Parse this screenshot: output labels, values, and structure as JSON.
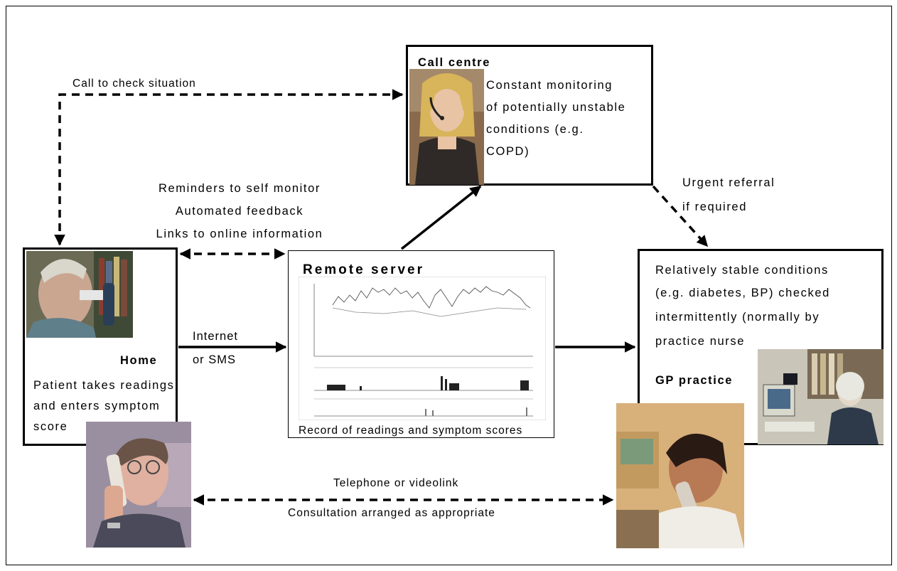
{
  "call_centre": {
    "title": "Call centre",
    "desc_lines": [
      "Constant monitoring",
      "of potentially unstable",
      "conditions (e.g.",
      "COPD)"
    ]
  },
  "home": {
    "title": "Home",
    "desc_lines": [
      "Patient takes readings",
      "and enters symptom",
      "score"
    ]
  },
  "server": {
    "title": "Remote server",
    "caption": "Record of readings and symptom scores"
  },
  "gp": {
    "title": "GP practice",
    "desc_lines": [
      "Relatively stable conditions",
      "(e.g. diabetes, BP) checked",
      "intermittently (normally by",
      "practice nurse"
    ]
  },
  "labels": {
    "call_check": "Call to check situation",
    "reminders": [
      "Reminders to self monitor",
      "Automated feedback",
      "Links to online information"
    ],
    "internet": [
      "Internet",
      "or SMS"
    ],
    "urgent": [
      "Urgent referral",
      "if required"
    ],
    "telephone": "Telephone or videolink",
    "consultation": "Consultation arranged as appropriate"
  },
  "colors": {
    "line": "#000000",
    "background": "#ffffff"
  }
}
